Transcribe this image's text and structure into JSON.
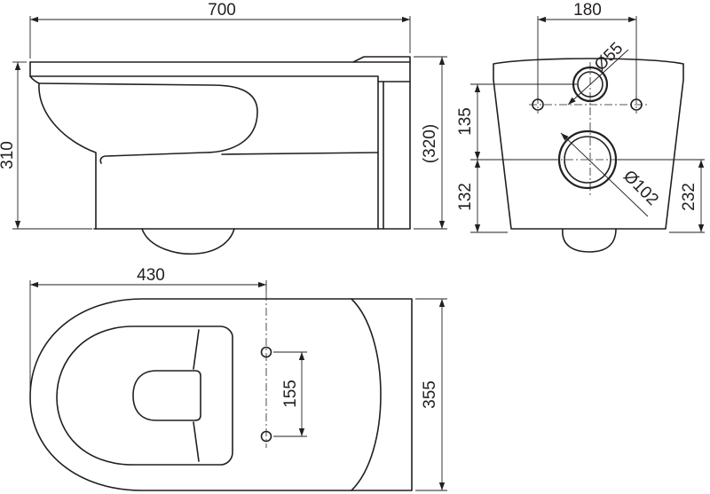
{
  "dimensions": {
    "side_length": "700",
    "side_height": "310",
    "side_height_ref": "(320)",
    "front_hole_spacing": "180",
    "front_small_hole_dia": "Ø55",
    "front_large_hole_dia": "Ø102",
    "front_upper_height": "135",
    "front_lower_height": "132",
    "front_total_height": "232",
    "top_length": "430",
    "top_width": "355",
    "top_hole_spacing": "155"
  }
}
